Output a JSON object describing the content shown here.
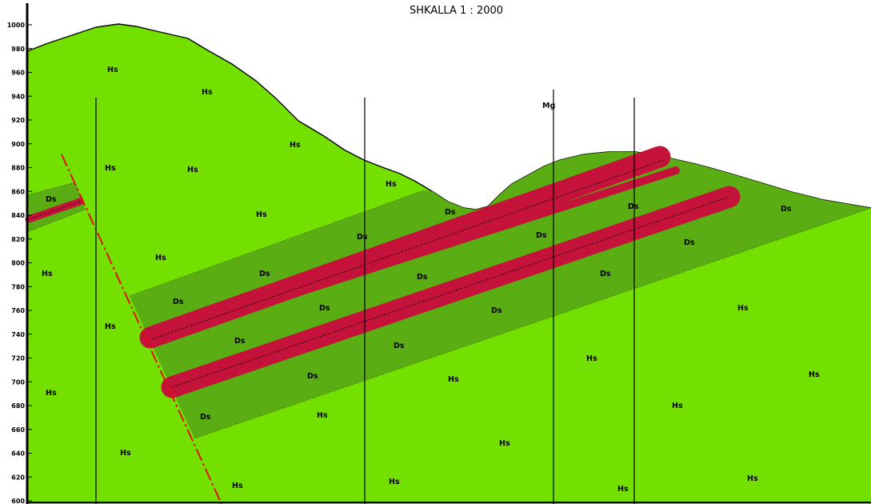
{
  "title": "SHKALLA 1 : 2000",
  "colors": {
    "host_rock": "#73e000",
    "deposit_zone": "#5aad12",
    "ore_body": "#c4123a",
    "fault": "#e01010"
  },
  "elevation_axis": {
    "ticks": [
      "1000",
      "980",
      "960",
      "940",
      "920",
      "900",
      "880",
      "860",
      "840",
      "820",
      "800",
      "780",
      "760",
      "740",
      "720",
      "700",
      "680",
      "660",
      "640",
      "620",
      "600"
    ]
  },
  "rock_labels": {
    "hs": "Hs",
    "ds": "Ds",
    "mg": "Mg"
  }
}
